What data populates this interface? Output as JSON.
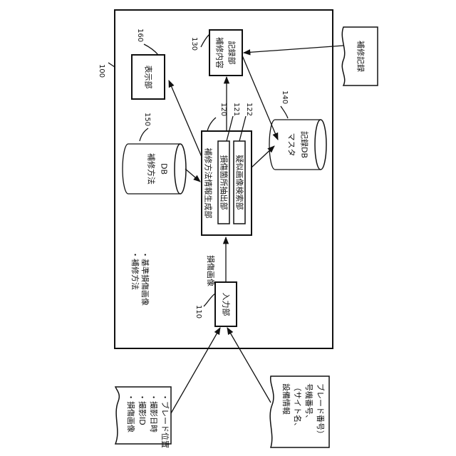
{
  "system": {
    "ref": "100"
  },
  "input_unit": {
    "ref": "110",
    "label": "入力部"
  },
  "generator": {
    "ref": "120",
    "label": "補修方法情報生成部"
  },
  "extractor": {
    "ref": "121",
    "label": "損傷箇所抽出部"
  },
  "searcher": {
    "ref": "122",
    "label": "疑似画像検索部"
  },
  "recorder": {
    "ref": "130",
    "line1": "補修内容",
    "line2": "記録部"
  },
  "master_db": {
    "ref": "140",
    "line1": "マスタ",
    "line2": "記録DB"
  },
  "repair_db": {
    "ref": "150",
    "line1": "補修方法",
    "line2": "DB"
  },
  "display": {
    "ref": "160",
    "label": "表示部"
  },
  "repair_record_doc": {
    "label": "補修記録"
  },
  "db_contents": [
    "・補修方法",
    "・基準損傷画像"
  ],
  "arrow_label": "損傷画像",
  "capture_doc": {
    "items": [
      "・損傷画像",
      "・撮影ID",
      "・撮影日時",
      "・ブレード位置"
    ]
  },
  "equipment_doc": {
    "lines": [
      "設備情報",
      "（サイト名、",
      "号機番号、",
      "ブレード番号）"
    ]
  }
}
